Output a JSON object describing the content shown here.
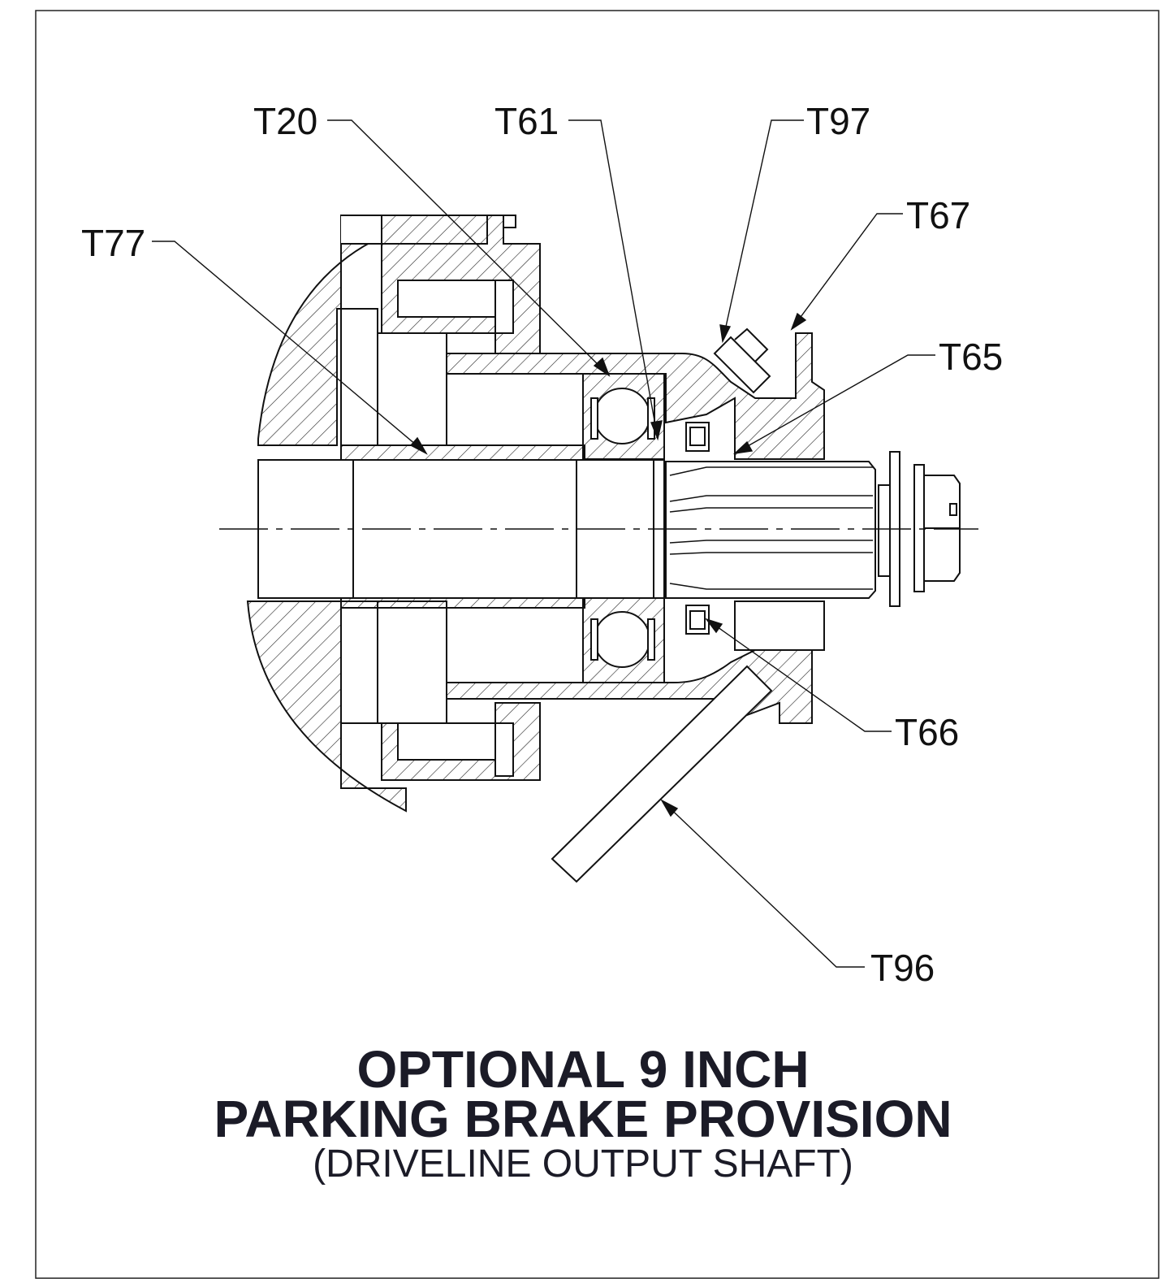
{
  "title": {
    "line1": "OPTIONAL 9 INCH",
    "line2": "PARKING BRAKE PROVISION",
    "line3": "(DRIVELINE OUTPUT SHAFT)"
  },
  "callouts": {
    "T20": "T20",
    "T61": "T61",
    "T97": "T97",
    "T67": "T67",
    "T77": "T77",
    "T65": "T65",
    "T66": "T66",
    "T96": "T96"
  }
}
